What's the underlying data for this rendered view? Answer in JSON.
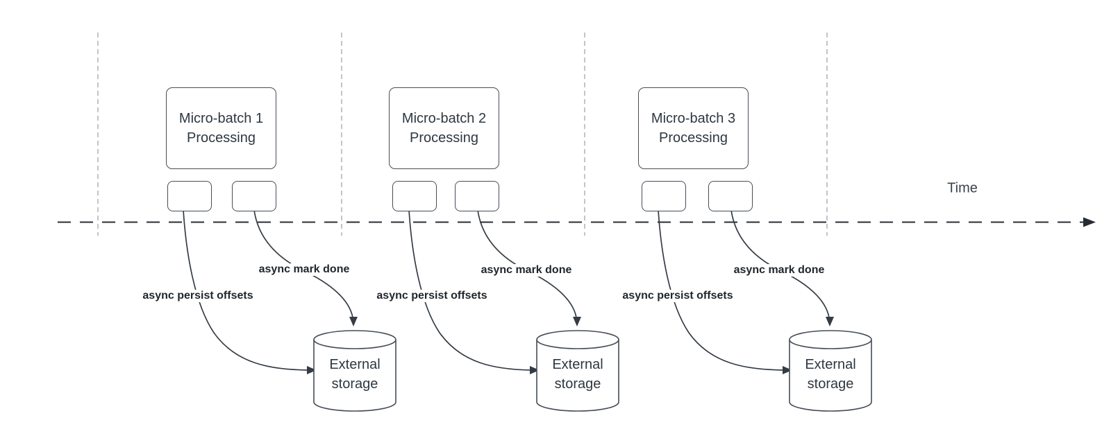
{
  "diagram": {
    "title_hint": "micro-batch async checkpointing timeline",
    "time_axis": {
      "label": "Time"
    },
    "groups": [
      {
        "process": {
          "title": "Micro-batch 1",
          "subtitle": "Processing"
        },
        "persist_label": "async persist offsets",
        "done_label": "async mark done",
        "storage": {
          "line1": "External",
          "line2": "storage"
        }
      },
      {
        "process": {
          "title": "Micro-batch 2",
          "subtitle": "Processing"
        },
        "persist_label": "async persist offsets",
        "done_label": "async mark done",
        "storage": {
          "line1": "External",
          "line2": "storage"
        }
      },
      {
        "process": {
          "title": "Micro-batch 3",
          "subtitle": "Processing"
        },
        "persist_label": "async persist offsets",
        "done_label": "async mark done",
        "storage": {
          "line1": "External",
          "line2": "storage"
        }
      }
    ],
    "colors": {
      "background": "#ffffff",
      "shape_stroke": "#454d57",
      "arrow_stroke": "#343b44",
      "guide_line": "#b3b6ba",
      "axis_line": "#272c33",
      "shape_text": "#2e3740",
      "label_text": "#20262d"
    }
  }
}
